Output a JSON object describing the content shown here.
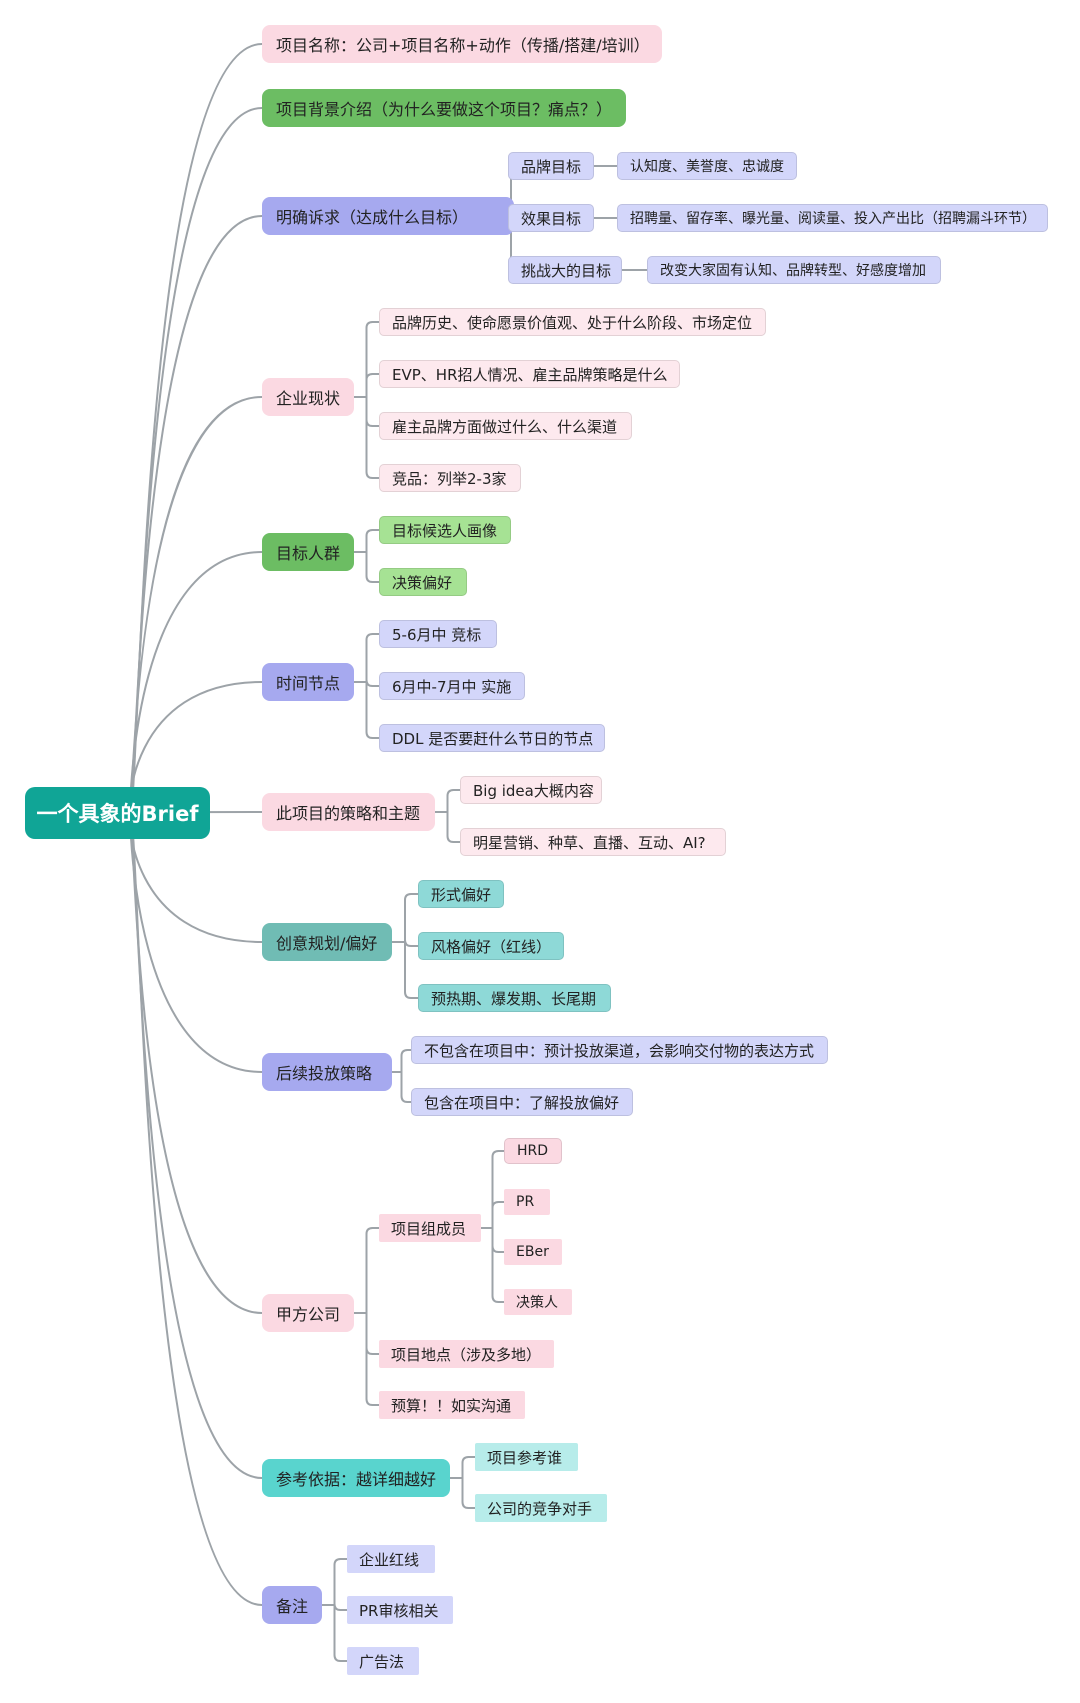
{
  "root": {
    "label": "一个具象的Brief"
  },
  "colors": {
    "pink": "#fbd9e2",
    "pink_light": "#fde9ee",
    "green": "#6cbd63",
    "green_light": "#a6e294",
    "blue": "#a6a9ef",
    "blue_light": "#d3d6fa",
    "teal": "#70bcb4",
    "teal_light": "#8ed9d7",
    "cyan": "#59d4ce",
    "cyan_light": "#b7ecea",
    "root": "#10a596",
    "line": "#9da3a8"
  },
  "branches": [
    {
      "label": "项目名称：公司+项目名称+动作（传播/搭建/培训）",
      "color": "pink",
      "children": []
    },
    {
      "label": "项目背景介绍（为什么要做这个项目？痛点？）",
      "color": "green",
      "children": []
    },
    {
      "label": "明确诉求（达成什么目标）",
      "color": "blue",
      "children": [
        {
          "label": "品牌目标",
          "children": [
            {
              "label": "认知度、美誉度、忠诚度"
            }
          ]
        },
        {
          "label": "效果目标",
          "children": [
            {
              "label": "招聘量、留存率、曝光量、阅读量、投入产出比（招聘漏斗环节）"
            }
          ]
        },
        {
          "label": "挑战大的目标",
          "children": [
            {
              "label": "改变大家固有认知、品牌转型、好感度增加"
            }
          ]
        }
      ]
    },
    {
      "label": "企业现状",
      "color": "pink",
      "children": [
        {
          "label": "品牌历史、使命愿景价值观、处于什么阶段、市场定位"
        },
        {
          "label": "EVP、HR招人情况、雇主品牌策略是什么"
        },
        {
          "label": "雇主品牌方面做过什么、什么渠道"
        },
        {
          "label": "竞品：列举2-3家"
        }
      ]
    },
    {
      "label": "目标人群",
      "color": "green",
      "children": [
        {
          "label": "目标候选人画像"
        },
        {
          "label": "决策偏好"
        }
      ]
    },
    {
      "label": "时间节点",
      "color": "blue",
      "children": [
        {
          "label": "5-6月中 竞标"
        },
        {
          "label": "6月中-7月中 实施"
        },
        {
          "label": "DDL 是否要赶什么节日的节点"
        }
      ]
    },
    {
      "label": "此项目的策略和主题",
      "color": "pink",
      "children": [
        {
          "label": "Big idea大概内容"
        },
        {
          "label": "明星营销、种草、直播、互动、AI?"
        }
      ]
    },
    {
      "label": "创意规划/偏好",
      "color": "teal",
      "children": [
        {
          "label": "形式偏好"
        },
        {
          "label": "风格偏好（红线）"
        },
        {
          "label": "预热期、爆发期、长尾期"
        }
      ]
    },
    {
      "label": "后续投放策略",
      "color": "blue",
      "children": [
        {
          "label": "不包含在项目中：预计投放渠道，会影响交付物的表达方式"
        },
        {
          "label": "包含在项目中：了解投放偏好"
        }
      ]
    },
    {
      "label": "甲方公司",
      "color": "pink",
      "children": [
        {
          "label": "项目组成员",
          "children": [
            {
              "label": "HRD"
            },
            {
              "label": "PR"
            },
            {
              "label": "EBer"
            },
            {
              "label": "决策人"
            }
          ]
        },
        {
          "label": "项目地点（涉及多地）"
        },
        {
          "label": "预算！！如实沟通"
        }
      ]
    },
    {
      "label": "参考依据：越详细越好",
      "color": "cyan",
      "children": [
        {
          "label": "项目参考谁"
        },
        {
          "label": "公司的竞争对手"
        }
      ]
    },
    {
      "label": "备注",
      "color": "blue",
      "children": [
        {
          "label": "企业红线"
        },
        {
          "label": "PR审核相关"
        },
        {
          "label": "广告法"
        }
      ]
    }
  ]
}
